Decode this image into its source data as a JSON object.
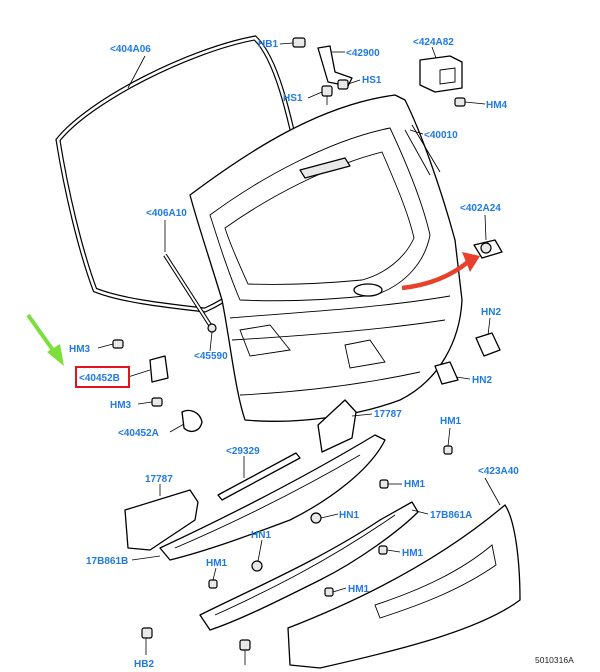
{
  "diagram": {
    "reference_code": "5010316A",
    "colors": {
      "label": "#1f7ae6",
      "highlight_box": "#e0141e",
      "pointer_arrow": "#7be03a",
      "direction_arrow": "#e8402a"
    },
    "labels": {
      "weatherstrip": "<404A06",
      "hinge_bolt_top": "HB1",
      "hinge": "<42900",
      "hinge_screw_right": "HS1",
      "hinge_screw_left": "HS1",
      "striker_bracket": "<424A82",
      "striker_nut": "HM4",
      "liftgate": "<40010",
      "gas_strut": "<406A10",
      "latch_cover": "<402A24",
      "bumper_upper": "HN2",
      "bumper_lower": "HN2",
      "latch_nut_top": "HM3",
      "latch": "<40452B",
      "latch_nut_bottom": "HM3",
      "latch_alt": "<40452A",
      "strut_ball": "<45590",
      "trim_right": "17787",
      "seal_strip": "<29329",
      "trim_left": "17787",
      "clip_upper": "HM1",
      "clip_middle": "HM1",
      "nut_middle": "HN1",
      "panel_right": "17B861A",
      "moulding": "<423A40",
      "panel_left": "17B861B",
      "nut_lower": "HN1",
      "clip_lower_left": "HM1",
      "clip_lower_right": "HM1",
      "clip_bottom": "HM1",
      "bolt_bottom": "HB2"
    }
  }
}
